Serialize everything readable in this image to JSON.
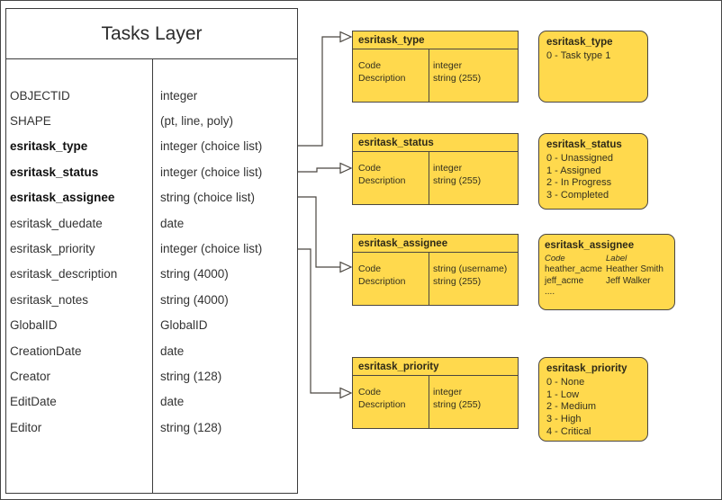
{
  "colors": {
    "box_fill": "#FFD94D",
    "box_border": "#4B4640",
    "table_border": "#3B3B3B",
    "text": "#333333"
  },
  "main_table": {
    "title": "Tasks Layer",
    "rows": [
      {
        "name": "OBJECTID",
        "type": "integer"
      },
      {
        "name": "SHAPE",
        "type": "(pt, line, poly)"
      },
      {
        "name": "esritask_type",
        "type": "integer (choice list)"
      },
      {
        "name": "esritask_status",
        "type": "integer (choice list)"
      },
      {
        "name": "esritask_assignee",
        "type": "string (choice list)"
      },
      {
        "name": "esritask_duedate",
        "type": "date"
      },
      {
        "name": "esritask_priority",
        "type": "integer (choice list)"
      },
      {
        "name": "esritask_description",
        "type": "string (4000)"
      },
      {
        "name": "esritask_notes",
        "type": "string (4000)"
      },
      {
        "name": "GlobalID",
        "type": "GlobalID"
      },
      {
        "name": "CreationDate",
        "type": "date"
      },
      {
        "name": "Creator",
        "type": "string (128)"
      },
      {
        "name": "EditDate",
        "type": "date"
      },
      {
        "name": "Editor",
        "type": "string (128)"
      }
    ]
  },
  "schema_tables": [
    {
      "title": "esritask_type",
      "fields": [
        {
          "name": "Code",
          "type": "integer"
        },
        {
          "name": "Description",
          "type": "string (255)"
        }
      ]
    },
    {
      "title": "esritask_status",
      "fields": [
        {
          "name": "Code",
          "type": "integer"
        },
        {
          "name": "Description",
          "type": "string (255)"
        }
      ]
    },
    {
      "title": "esritask_assignee",
      "fields": [
        {
          "name": "Code",
          "type": "string  (username)"
        },
        {
          "name": "Description",
          "type": "string (255)"
        }
      ]
    },
    {
      "title": "esritask_priority",
      "fields": [
        {
          "name": "Code",
          "type": "integer"
        },
        {
          "name": "Description",
          "type": "string (255)"
        }
      ]
    }
  ],
  "value_lists": [
    {
      "title": "esritask_type",
      "values": [
        "0 - Task type 1"
      ]
    },
    {
      "title": "esritask_status",
      "values": [
        "0 - Unassigned",
        "1 - Assigned",
        "2 - In Progress",
        "3 - Completed"
      ]
    },
    {
      "title": "esritask_assignee",
      "col_headers": {
        "code": "Code",
        "label": "Label"
      },
      "rows": [
        {
          "code": "heather_acme",
          "label": "Heather Smith"
        },
        {
          "code": "jeff_acme",
          "label": "Jeff Walker"
        }
      ],
      "ellipsis": "...."
    },
    {
      "title": "esritask_priority",
      "values": [
        "0 - None",
        "1 - Low",
        "2 - Medium",
        "3 - High",
        "4 - Critical"
      ]
    }
  ]
}
